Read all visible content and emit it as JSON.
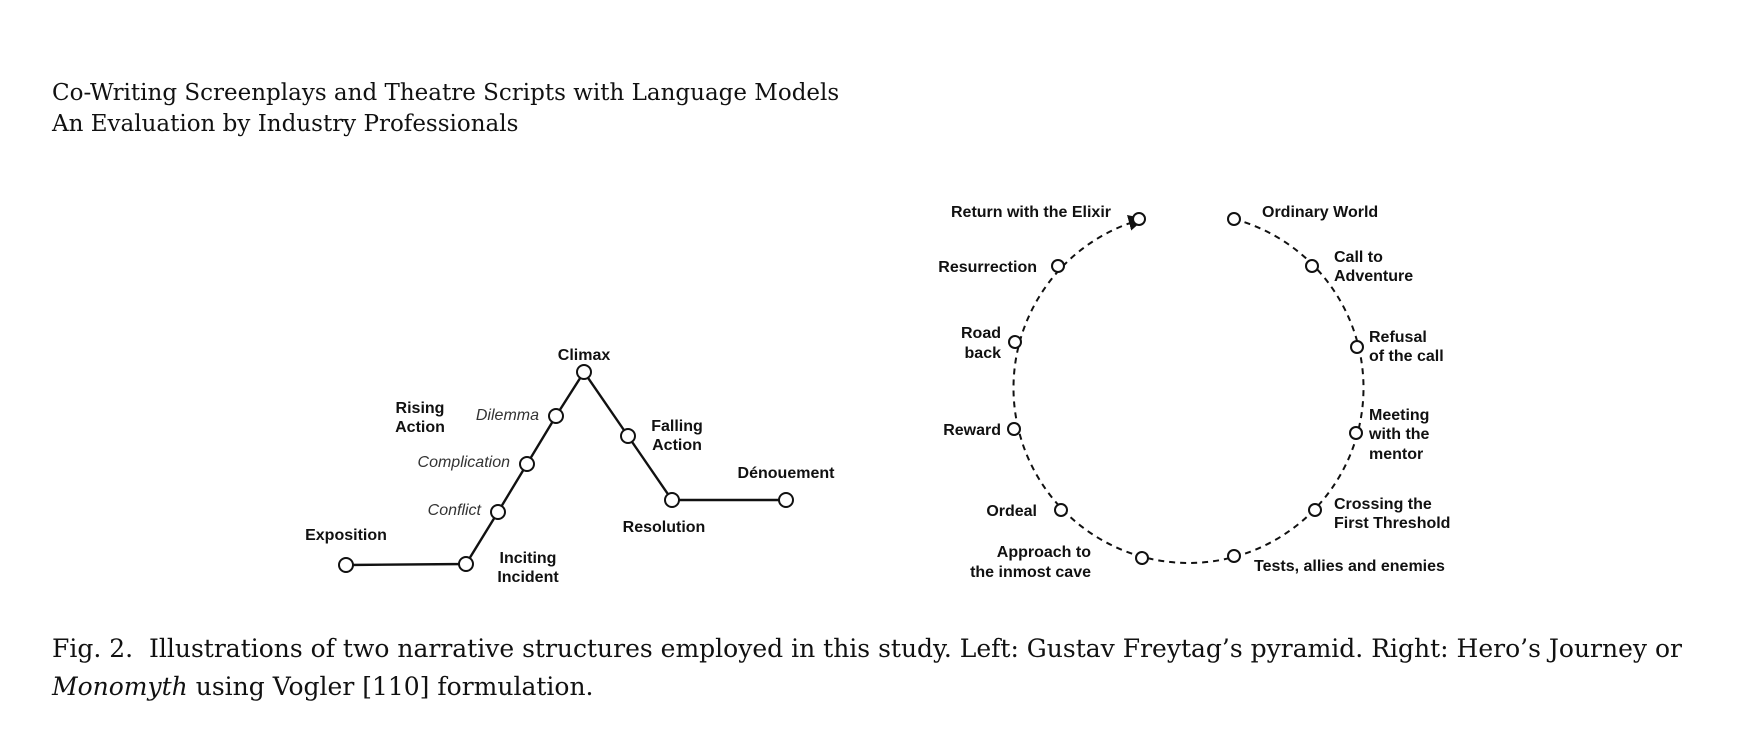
{
  "header": {
    "line1": "Co-Writing Screenplays and Theatre Scripts with Language Models",
    "line2": "An Evaluation by Industry Professionals"
  },
  "freytag": {
    "labels": {
      "exposition": "Exposition",
      "inciting": [
        "Inciting",
        "Incident"
      ],
      "conflict": "Conflict",
      "complication": "Complication",
      "dilemma": "Dilemma",
      "rising": [
        "Rising",
        "Action"
      ],
      "climax": "Climax",
      "falling": [
        "Falling",
        "Action"
      ],
      "resolution": "Resolution",
      "denouement": "Dénouement"
    }
  },
  "heros_journey": {
    "labels": {
      "ordinary": "Ordinary World",
      "call": [
        "Call to",
        "Adventure"
      ],
      "refusal": [
        "Refusal",
        "of the call"
      ],
      "meeting": [
        "Meeting",
        "with the",
        "mentor"
      ],
      "crossing": [
        "Crossing the",
        "First Threshold"
      ],
      "tests": "Tests, allies and enemies",
      "approach": [
        "Approach to",
        "the inmost cave"
      ],
      "ordeal": "Ordeal",
      "reward": "Reward",
      "road": [
        "Road",
        "back"
      ],
      "resurrection": "Resurrection",
      "return": "Return with the Elixir"
    }
  },
  "caption": {
    "prefix": "Fig. 2.",
    "text1": "Illustrations of two narrative structures employed in this study. Left: Gustav Freytag’s pyramid. Right: Hero’s Journey or",
    "italic": "Monomyth",
    "text2": "using Vogler [110] formulation."
  }
}
